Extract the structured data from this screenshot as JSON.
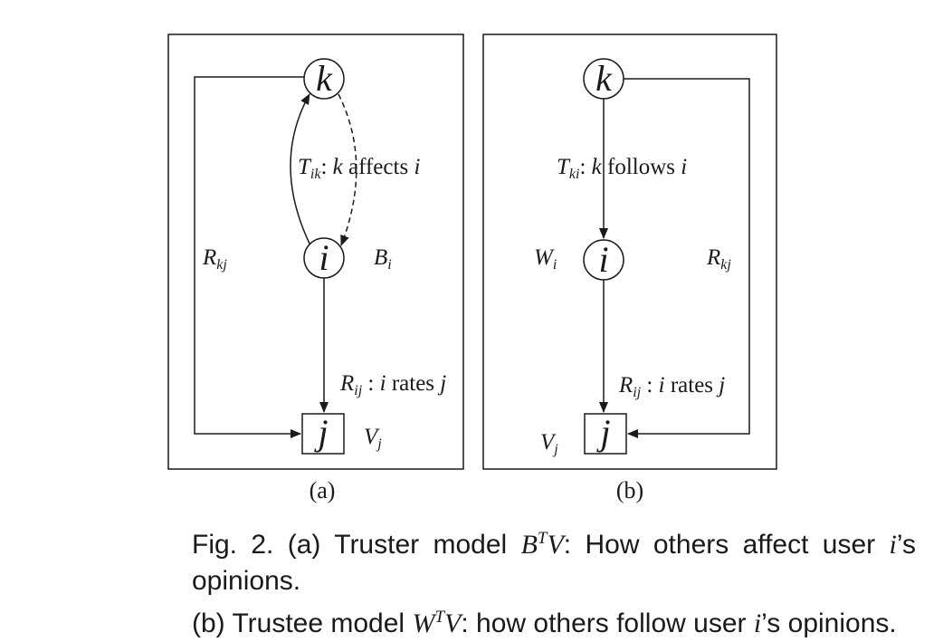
{
  "panel_a": {
    "label": "(a)",
    "nodes": {
      "k": "k",
      "i": "i",
      "j": "j"
    },
    "edge_top": {
      "var": "T",
      "sub": "ik",
      "text": ": ",
      "k": "k",
      "verb": " affects ",
      "obj": "i"
    },
    "edge_bottom": {
      "var": "R",
      "sub": "ij",
      "text": " : ",
      "subj": "i",
      "verb": " rates ",
      "obj": "j"
    },
    "left_label": {
      "var": "R",
      "sub": "kj"
    },
    "node_i_label": {
      "var": "B",
      "sub": "i"
    },
    "node_j_label": {
      "var": "V",
      "sub": "j"
    }
  },
  "panel_b": {
    "label": "(b)",
    "nodes": {
      "k": "k",
      "i": "i",
      "j": "j"
    },
    "edge_top": {
      "var": "T",
      "sub": "ki",
      "text": ": ",
      "k": "k",
      "verb": " follows ",
      "obj": "i"
    },
    "edge_bottom": {
      "var": "R",
      "sub": "ij",
      "text": " : ",
      "subj": "i",
      "verb": " rates ",
      "obj": "j"
    },
    "right_label": {
      "var": "R",
      "sub": "kj"
    },
    "node_i_label": {
      "var": "W",
      "sub": "i"
    },
    "node_j_label": {
      "var": "V",
      "sub": "j"
    }
  },
  "caption": {
    "line1_prefix": "Fig. 2. (a) Truster model ",
    "line1_math_base": "B",
    "line1_math_sup": "T",
    "line1_math_end": "V",
    "line1_suffix_a": ": How others affect user ",
    "line1_math_i": "i",
    "line1_suffix_b": "’s opinions.",
    "line2_prefix": "(b) Trustee model ",
    "line2_math_base": "W",
    "line2_math_sup": "T",
    "line2_math_end": "V",
    "line2_suffix_a": ": how others follow user ",
    "line2_math_i": "i",
    "line2_suffix_b": "’s opinions."
  }
}
